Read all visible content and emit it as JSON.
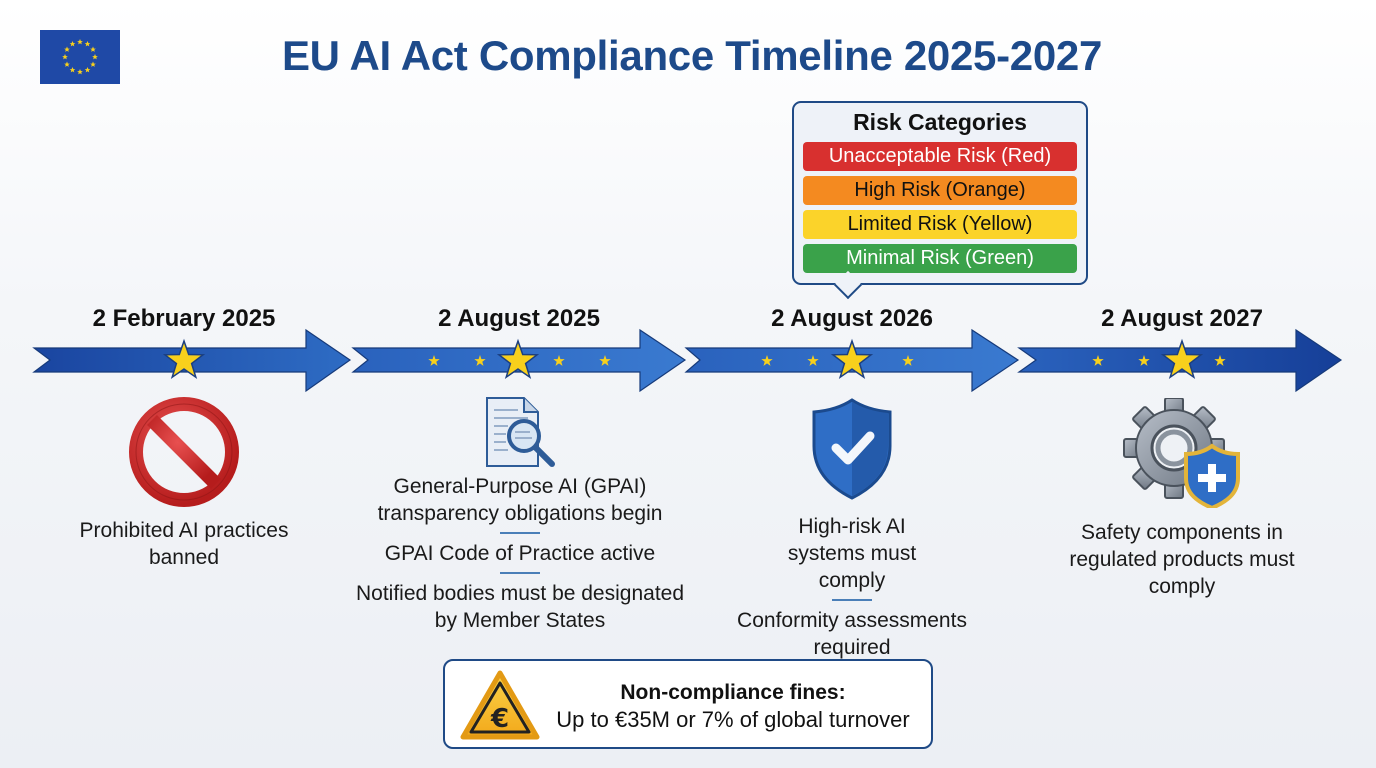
{
  "header": {
    "title": "EU AI Act Compliance Timeline 2025-2027",
    "logo_icon": "eu-flag-icon"
  },
  "risk_categories": {
    "title": "Risk Categories",
    "items": [
      {
        "label": "Unacceptable Risk (Red)",
        "color": "#d8302f",
        "text_color": "#ffffff"
      },
      {
        "label": "High Risk (Orange)",
        "color": "#f48a20",
        "text_color": "#111111"
      },
      {
        "label": "Limited Risk (Yellow)",
        "color": "#fbd32a",
        "text_color": "#111111"
      },
      {
        "label": "Minimal Risk (Green)",
        "color": "#3aa24a",
        "text_color": "#ffffff"
      }
    ]
  },
  "timeline": {
    "milestones": [
      {
        "date": "2 February 2025",
        "icon": "prohibited-icon",
        "descriptions": [
          "Prohibited AI practices banned"
        ]
      },
      {
        "date": "2 August 2025",
        "icon": "document-search-icon",
        "descriptions": [
          "General-Purpose AI (GPAI) transparency obligations begin",
          "GPAI Code of Practice active",
          "Notified bodies must be designated by Member States"
        ]
      },
      {
        "date": "2 August 2026",
        "icon": "shield-check-icon",
        "descriptions": [
          "High-risk AI systems must comply",
          "Conformity assessments required"
        ]
      },
      {
        "date": "2 August 2027",
        "icon": "gear-shield-icon",
        "descriptions": [
          "Safety components in regulated products must comply"
        ]
      }
    ],
    "arrow_color": "#1f4fa8",
    "star_color": "#f8d01c"
  },
  "fines": {
    "icon": "euro-warning-icon",
    "title": "Non-compliance fines:",
    "detail": "Up to €35M or 7% of global turnover"
  }
}
